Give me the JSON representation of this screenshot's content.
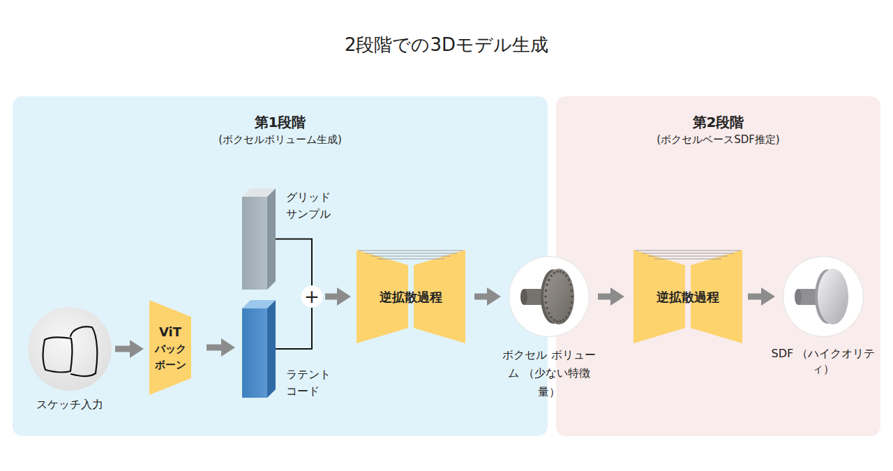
{
  "diagram": {
    "title": "2段階での3Dモデル生成",
    "nodes": [
      {
        "text": [
          "第1段階",
          "(ボクセルボリューム生成)"
        ]
      },
      {
        "text": [
          "第2段階",
          "(ボクセルベースSDF推定)"
        ]
      },
      {
        "text": [
          "スケッチ入力"
        ],
        "in": 0
      },
      {
        "text": [
          "ViT バックボーン"
        ],
        "in": 0
      },
      {
        "text": [
          "ラテント コード"
        ],
        "in": 0
      },
      {
        "text": [
          "グリッド サンプル"
        ],
        "in": 0
      },
      {
        "text": [
          "+"
        ],
        "in": 0
      },
      {
        "text": [
          "逆拡散過程"
        ],
        "in": 0
      },
      {
        "text": [
          "ボクセル ボリューム （少ない特徴量）"
        ]
      },
      {
        "text": [
          "逆拡散過程"
        ],
        "in": 1
      },
      {
        "text": [
          "SDF （ハイクオリティ）"
        ],
        "in": 1
      }
    ],
    "edges": [
      {
        "from": 2,
        "to": 3,
        "arrow": "to"
      },
      {
        "from": 3,
        "to": 4,
        "arrow": "to"
      },
      {
        "from": 5,
        "to": 6,
        "arrow": "none"
      },
      {
        "from": 4,
        "to": 6,
        "arrow": "none"
      },
      {
        "from": 6,
        "to": 7,
        "arrow": "to"
      },
      {
        "from": 7,
        "to": 8,
        "arrow": "to"
      },
      {
        "from": 8,
        "to": 9,
        "arrow": "to"
      },
      {
        "from": 9,
        "to": 10,
        "arrow": "to"
      }
    ]
  }
}
